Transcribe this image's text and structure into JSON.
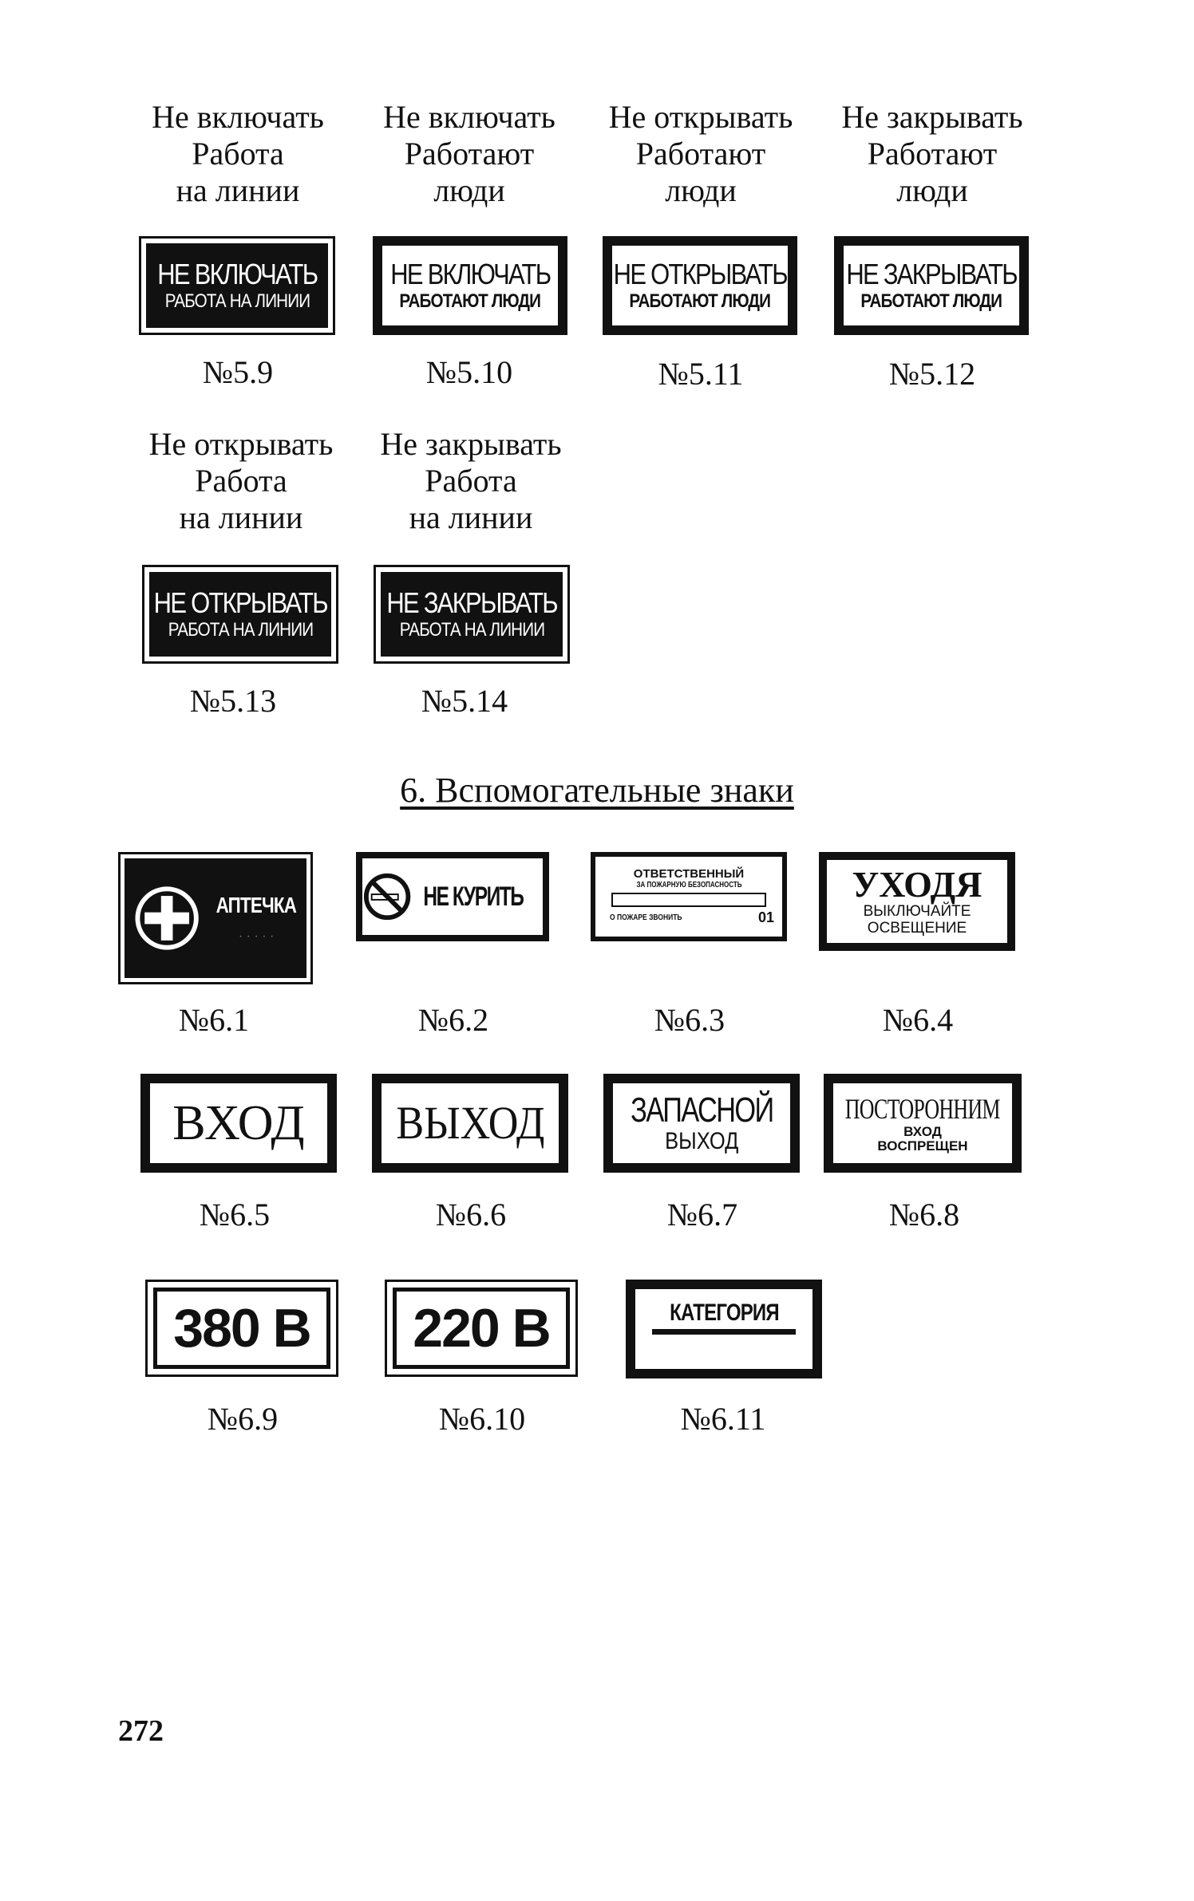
{
  "signs_group5": [
    {
      "caption": [
        "Не  включать",
        "Работа",
        "на  линии"
      ],
      "plate_main": "НЕ ВКЛЮЧАТЬ",
      "plate_sub": "РАБОТА НА ЛИНИИ",
      "number": "№5.9"
    },
    {
      "caption": [
        "Не  включать",
        "Работают",
        "люди"
      ],
      "plate_main": "НЕ ВКЛЮЧАТЬ",
      "plate_sub": "РАБОТАЮТ ЛЮДИ",
      "number": "№5.10"
    },
    {
      "caption": [
        "Не  открывать",
        "Работают",
        "люди"
      ],
      "plate_main": "НЕ ОТКРЫВАТЬ",
      "plate_sub": "РАБОТАЮТ ЛЮДИ",
      "number": "№5.11"
    },
    {
      "caption": [
        "Не  закрывать",
        "Работают",
        "люди"
      ],
      "plate_main": "НЕ ЗАКРЫВАТЬ",
      "plate_sub": "РАБОТАЮТ ЛЮДИ",
      "number": "№5.12"
    },
    {
      "caption": [
        "Не  открывать",
        "Работа",
        "на  линии"
      ],
      "plate_main": "НЕ ОТКРЫВАТЬ",
      "plate_sub": "РАБОТА НА ЛИНИИ",
      "number": "№5.13"
    },
    {
      "caption": [
        "Не  закрывать",
        "Работа",
        "на  линии"
      ],
      "plate_main": "НЕ ЗАКРЫВАТЬ",
      "plate_sub": "РАБОТА НА ЛИНИИ",
      "number": "№5.14"
    }
  ],
  "section_title": "6.  Вспомогательные  знаки",
  "signs_group6": {
    "s6_1": {
      "text": "АПТЕЧКА",
      "icon": "first-aid-cross-icon",
      "number": "№6.1"
    },
    "s6_2": {
      "text": "НЕ КУРИТЬ",
      "icon": "no-smoking-icon",
      "number": "№6.2"
    },
    "s6_3": {
      "line1": "ОТВЕТСТВЕННЫЙ",
      "line2": "ЗА ПОЖАРНУЮ БЕЗОПАСНОСТЬ",
      "line3": "О ПОЖАРЕ ЗВОНИТЬ",
      "line3_end": "01",
      "number": "№6.3"
    },
    "s6_4": {
      "line1": "УХОДЯ",
      "line2": "ВЫКЛЮЧАЙТЕ",
      "line3": "ОСВЕЩЕНИЕ",
      "number": "№6.4"
    },
    "s6_5": {
      "text": "ВХОД",
      "number": "№6.5"
    },
    "s6_6": {
      "text": "ВЫХОД",
      "number": "№6.6"
    },
    "s6_7": {
      "line1": "ЗАПАСНОЙ",
      "line2": "ВЫХОД",
      "number": "№6.7"
    },
    "s6_8": {
      "line1": "ПОСТОРОННИМ",
      "line2": "ВХОД",
      "line3": "ВОСПРЕЩЕН",
      "number": "№6.8"
    },
    "s6_9": {
      "text": "380 В",
      "number": "№6.9"
    },
    "s6_10": {
      "text": "220 В",
      "number": "№6.10"
    },
    "s6_11": {
      "line1": "КАТЕГОРИЯ",
      "number": "№6.11"
    }
  },
  "page_number": "272",
  "colors": {
    "ink": "#111111",
    "paper": "#ffffff"
  }
}
